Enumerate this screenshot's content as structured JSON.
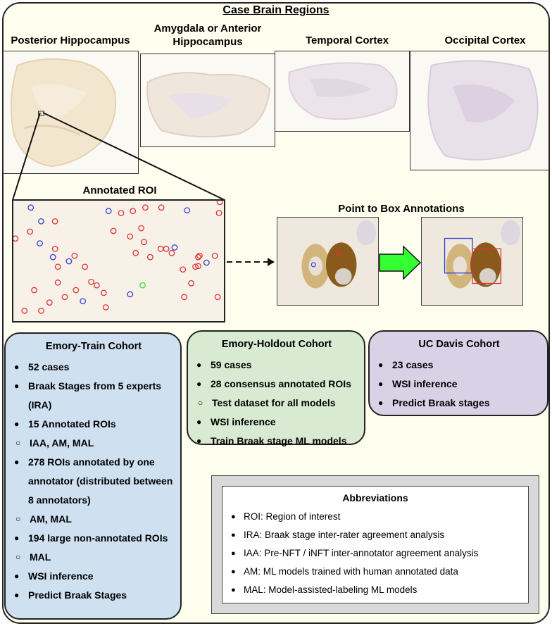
{
  "title": "Case Brain Regions",
  "regions": [
    {
      "label": "Posterior Hippocampus"
    },
    {
      "label": "Amygdala or Anterior Hippocampus"
    },
    {
      "label": "Temporal Cortex"
    },
    {
      "label": "Occipital Cortex"
    }
  ],
  "annotated_roi": {
    "label": "Annotated ROI"
  },
  "point_to_box": {
    "label": "Point to Box Annotations"
  },
  "colors": {
    "frame_bg": "#fffff0",
    "emory_train": "#cfe0f1",
    "emory_holdout": "#d8ead2",
    "uc_davis": "#d8d2e6",
    "arrow_green": "#33ff33",
    "marker_red": "#e03030",
    "marker_blue": "#3040d0",
    "marker_green": "#30e030"
  },
  "cohorts": {
    "emory_train": {
      "title": "Emory-Train Cohort",
      "items": [
        "52 cases",
        "Braak Stages from 5 experts",
        "(IRA)",
        "15 Annotated ROIs",
        "IAA, AM, MAL",
        "278 ROIs annotated by one",
        "annotator (distributed between",
        "8 annotators)",
        "AM, MAL",
        "194 large non-annotated ROIs",
        "MAL",
        "WSI inference",
        "Predict Braak Stages"
      ]
    },
    "emory_holdout": {
      "title": "Emory-Holdout Cohort",
      "items": [
        "59 cases",
        "28 consensus annotated ROIs",
        "Test dataset for all models",
        "WSI inference",
        "Train Braak stage ML models"
      ]
    },
    "uc_davis": {
      "title": "UC Davis Cohort",
      "items": [
        "23 cases",
        "WSI inference",
        "Predict Braak stages"
      ]
    }
  },
  "abbreviations": {
    "title": "Abbreviations",
    "items": [
      "ROI: Region of interest",
      "IRA: Braak stage inter-rater agreement analysis",
      "IAA: Pre-NFT / iNFT inter-annotator agreement analysis",
      "AM: ML models trained with human annotated data",
      "MAL: Model-assisted-labeling ML models"
    ]
  }
}
